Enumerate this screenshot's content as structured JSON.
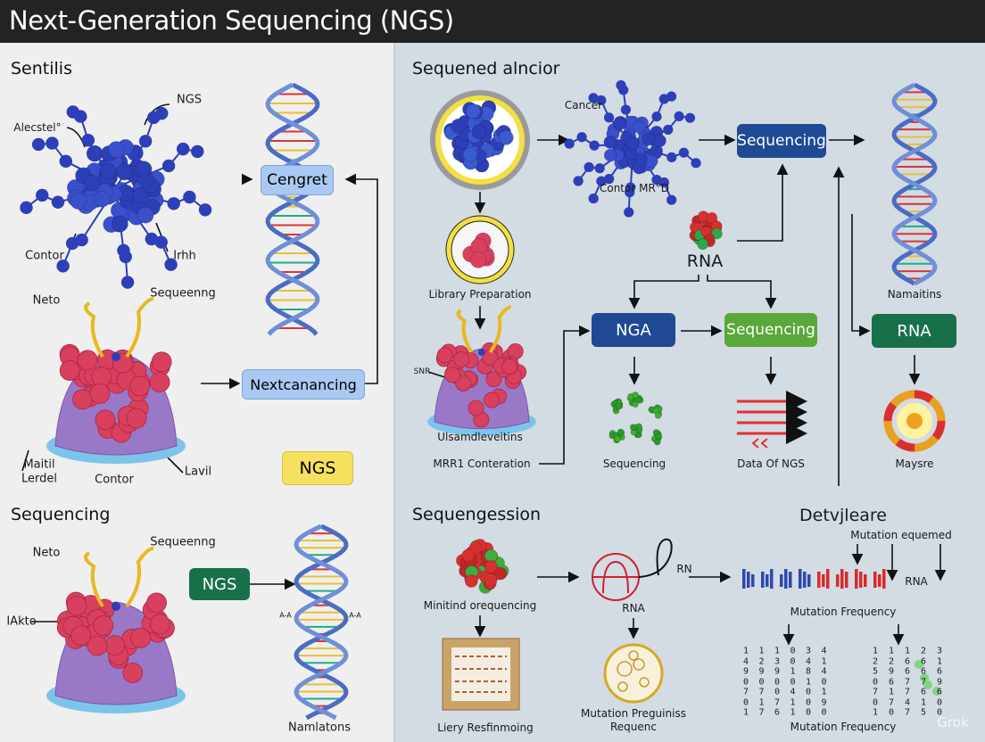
{
  "title": "Next-Generation Sequencing (NGS)",
  "left": {
    "heading_top": "Sentilis",
    "molecule_labels": {
      "ngs": "NGS",
      "alecstel": "Alecstel°",
      "contor": "Contor",
      "irhh": "Irhh"
    },
    "box_cengret": "Cengret",
    "box_next": "Nextcanancing",
    "cell_labels": {
      "neto": "Neto",
      "sequeenng": "Sequeenng",
      "maitil": "Maitil",
      "lerdel": "Lerdel",
      "contor": "Contor",
      "lavil": "Lavil"
    },
    "box_ngs_yellow": "NGS",
    "heading_bottom": "Sequencing",
    "cell2_labels": {
      "neto": "Neto",
      "sequeenng": "Sequeenng",
      "iakto": "IAkto"
    },
    "box_ngs_green": "NGS",
    "dna_ticks": [
      "A-A",
      "A-A"
    ],
    "dna_label": "Namlatons"
  },
  "right": {
    "heading_top": "Sequened alncior",
    "cancer_label": "Cancer",
    "contor_label": "Contor MR°D",
    "box_sequencing_blue": "Sequencing",
    "dna_label": "Namaitins",
    "library_label": "Library Preparation",
    "rna_label": "RNA",
    "box_nga": "NGA",
    "box_sequencing_green": "Sequencing",
    "box_rna": "RNA",
    "snr_label": "SNR",
    "ulsam_label": "Ulsamdleveitins",
    "mrr_label": "MRR1 Conteration",
    "sequencing_label": "Sequencing",
    "data_label": "Data Of NGS",
    "maysre_label": "Maysre",
    "heading_bottom": "Sequengession",
    "minitind_label": "Minitind orequencing",
    "liery_label": "Liery Resfinmoing",
    "rn_label": "RN",
    "rna2_label": "RNA",
    "mutation_preg": [
      "Mutation Preguiniss",
      "Requenc"
    ],
    "detv_heading": "Detvjleare",
    "mutation_equemed": "Mutation equemed",
    "rna3_label": "RNA",
    "mutation_frequency_top": "Mutation Frequency",
    "mutation_frequency_bottom": "Mutation Frequency",
    "matrix_left": [
      [
        "1",
        "1",
        "1",
        "0",
        "3",
        "4"
      ],
      [
        "4",
        "2",
        "3",
        "0",
        "4",
        "1"
      ],
      [
        "9",
        "9",
        "9",
        "1",
        "8",
        "4"
      ],
      [
        "0",
        "0",
        "0",
        "0",
        "1",
        "0"
      ],
      [
        "7",
        "7",
        "0",
        "4",
        "0",
        "1"
      ],
      [
        "0",
        "1",
        "7",
        "1",
        "0",
        "9"
      ],
      [
        "1",
        "7",
        "6",
        "1",
        "0",
        "0"
      ]
    ],
    "matrix_right": [
      [
        "1",
        "1",
        "1",
        "2",
        "3"
      ],
      [
        "2",
        "2",
        "6",
        "6",
        "1"
      ],
      [
        "5",
        "9",
        "6",
        "6",
        "6"
      ],
      [
        "0",
        "6",
        "7",
        "7",
        "9"
      ],
      [
        "7",
        "1",
        "7",
        "6",
        "6"
      ],
      [
        "0",
        "7",
        "4",
        "1",
        "0"
      ],
      [
        "1",
        "0",
        "7",
        "5",
        "0"
      ]
    ]
  },
  "watermark": "Grok",
  "colors": {
    "title_bg": "#232323",
    "light_blue_box": "#a9c9f2",
    "dark_blue_box": "#1f4a93",
    "green_box": "#5aa83a",
    "dark_green_box": "#17704a",
    "yellow_box": "#f5e15f",
    "molecule_blue": "#2d3fb8",
    "cell_red": "#d9405e",
    "cell_purple": "#9a78c8"
  }
}
